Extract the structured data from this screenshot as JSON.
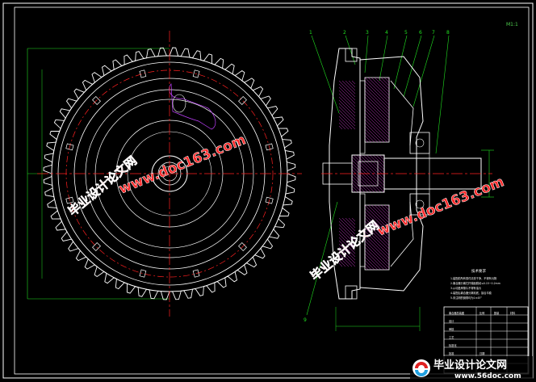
{
  "drawing": {
    "corner_mark": "M1:1",
    "balloons": [
      "1",
      "2",
      "3",
      "4",
      "5",
      "6",
      "7",
      "8",
      "9"
    ],
    "notes": {
      "title": "技术要求",
      "lines": [
        "1.装配前所有零件清洗干净，不得有污物",
        "2.离合器分离杠杆端面跳动≤0.15~0.2mm",
        "3.从动盘摩擦片不得有油污",
        "4.装配后离合器分离彻底，接合平稳",
        "5.未注明的倒角均为1×45°"
      ]
    },
    "title_block": {
      "cells": [
        "离合器总装图",
        "比例",
        "数量",
        "材料",
        "设计",
        "审核",
        "工艺",
        "标准化",
        "批准",
        "日期"
      ]
    },
    "colors": {
      "frame": "#ffffff",
      "geometry": "#ffffff",
      "centerline": "#ff2020",
      "dimension": "#20e020",
      "hatch": "#ff40ff",
      "accent": "#8060ff"
    }
  },
  "watermarks": [
    {
      "text": "www.doc163.com"
    },
    {
      "text": "毕业设计论文网"
    },
    {
      "text": "www.doc163.com"
    },
    {
      "text": "毕业设计论文网"
    }
  ],
  "footer_banner": {
    "title": "毕业设计论文网",
    "url": "www.56doc.com"
  }
}
